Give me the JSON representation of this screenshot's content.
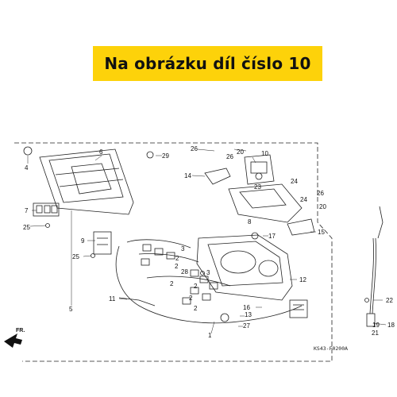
{
  "banner": {
    "text": "Na obrázku díl číslo 10",
    "color": "#fdd20a"
  },
  "diagram": {
    "code": "KS43-F0200A",
    "direction_label": "FR.",
    "callouts": [
      "1",
      "2",
      "2",
      "2",
      "2",
      "2",
      "2",
      "3",
      "3",
      "4",
      "5",
      "6",
      "7",
      "8",
      "9",
      "10",
      "11",
      "12",
      "13",
      "14",
      "15",
      "16",
      "17",
      "18",
      "19",
      "20",
      "20",
      "21",
      "22",
      "23",
      "24",
      "24",
      "25",
      "25",
      "26",
      "26",
      "26",
      "27",
      "28",
      "29"
    ]
  }
}
